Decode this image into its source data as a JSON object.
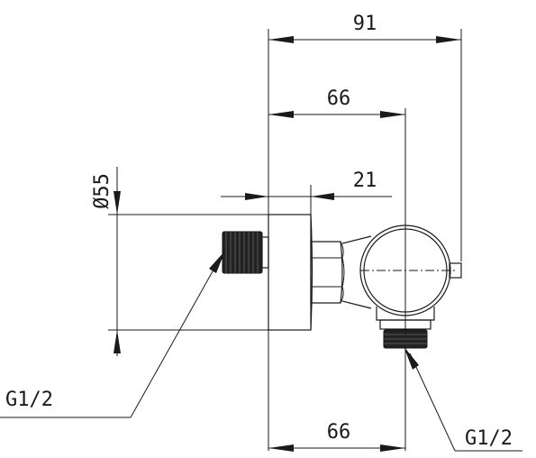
{
  "dimensions": {
    "overall_width": "91",
    "body_width": "66",
    "thread_offset": "21",
    "bottom_width": "66",
    "diameter": "Ø55"
  },
  "threads": {
    "left": "G1/2",
    "bottom": "G1/2"
  },
  "colors": {
    "line": "#1a1a1a",
    "background": "#ffffff"
  }
}
